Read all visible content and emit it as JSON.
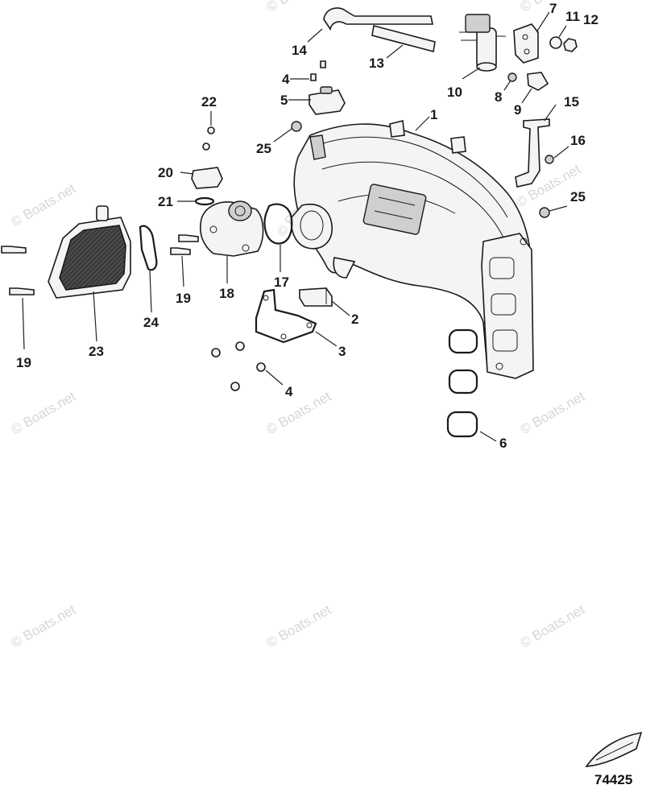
{
  "watermark": "© Boats.net",
  "figure_number": "74425",
  "callouts": [
    {
      "id": "c1",
      "label": "1"
    },
    {
      "id": "c2",
      "label": "2"
    },
    {
      "id": "c3",
      "label": "3"
    },
    {
      "id": "c4a",
      "label": "4"
    },
    {
      "id": "c4b",
      "label": "4"
    },
    {
      "id": "c5",
      "label": "5"
    },
    {
      "id": "c6",
      "label": "6"
    },
    {
      "id": "c7",
      "label": "7"
    },
    {
      "id": "c8",
      "label": "8"
    },
    {
      "id": "c9",
      "label": "9"
    },
    {
      "id": "c10",
      "label": "10"
    },
    {
      "id": "c11",
      "label": "11"
    },
    {
      "id": "c12",
      "label": "12"
    },
    {
      "id": "c13",
      "label": "13"
    },
    {
      "id": "c14",
      "label": "14"
    },
    {
      "id": "c15",
      "label": "15"
    },
    {
      "id": "c16",
      "label": "16"
    },
    {
      "id": "c17",
      "label": "17"
    },
    {
      "id": "c18",
      "label": "18"
    },
    {
      "id": "c19a",
      "label": "19"
    },
    {
      "id": "c19b",
      "label": "19"
    },
    {
      "id": "c20",
      "label": "20"
    },
    {
      "id": "c21",
      "label": "21"
    },
    {
      "id": "c22",
      "label": "22"
    },
    {
      "id": "c23",
      "label": "23"
    },
    {
      "id": "c24",
      "label": "24"
    },
    {
      "id": "c25a",
      "label": "25"
    },
    {
      "id": "c25b",
      "label": "25"
    }
  ]
}
